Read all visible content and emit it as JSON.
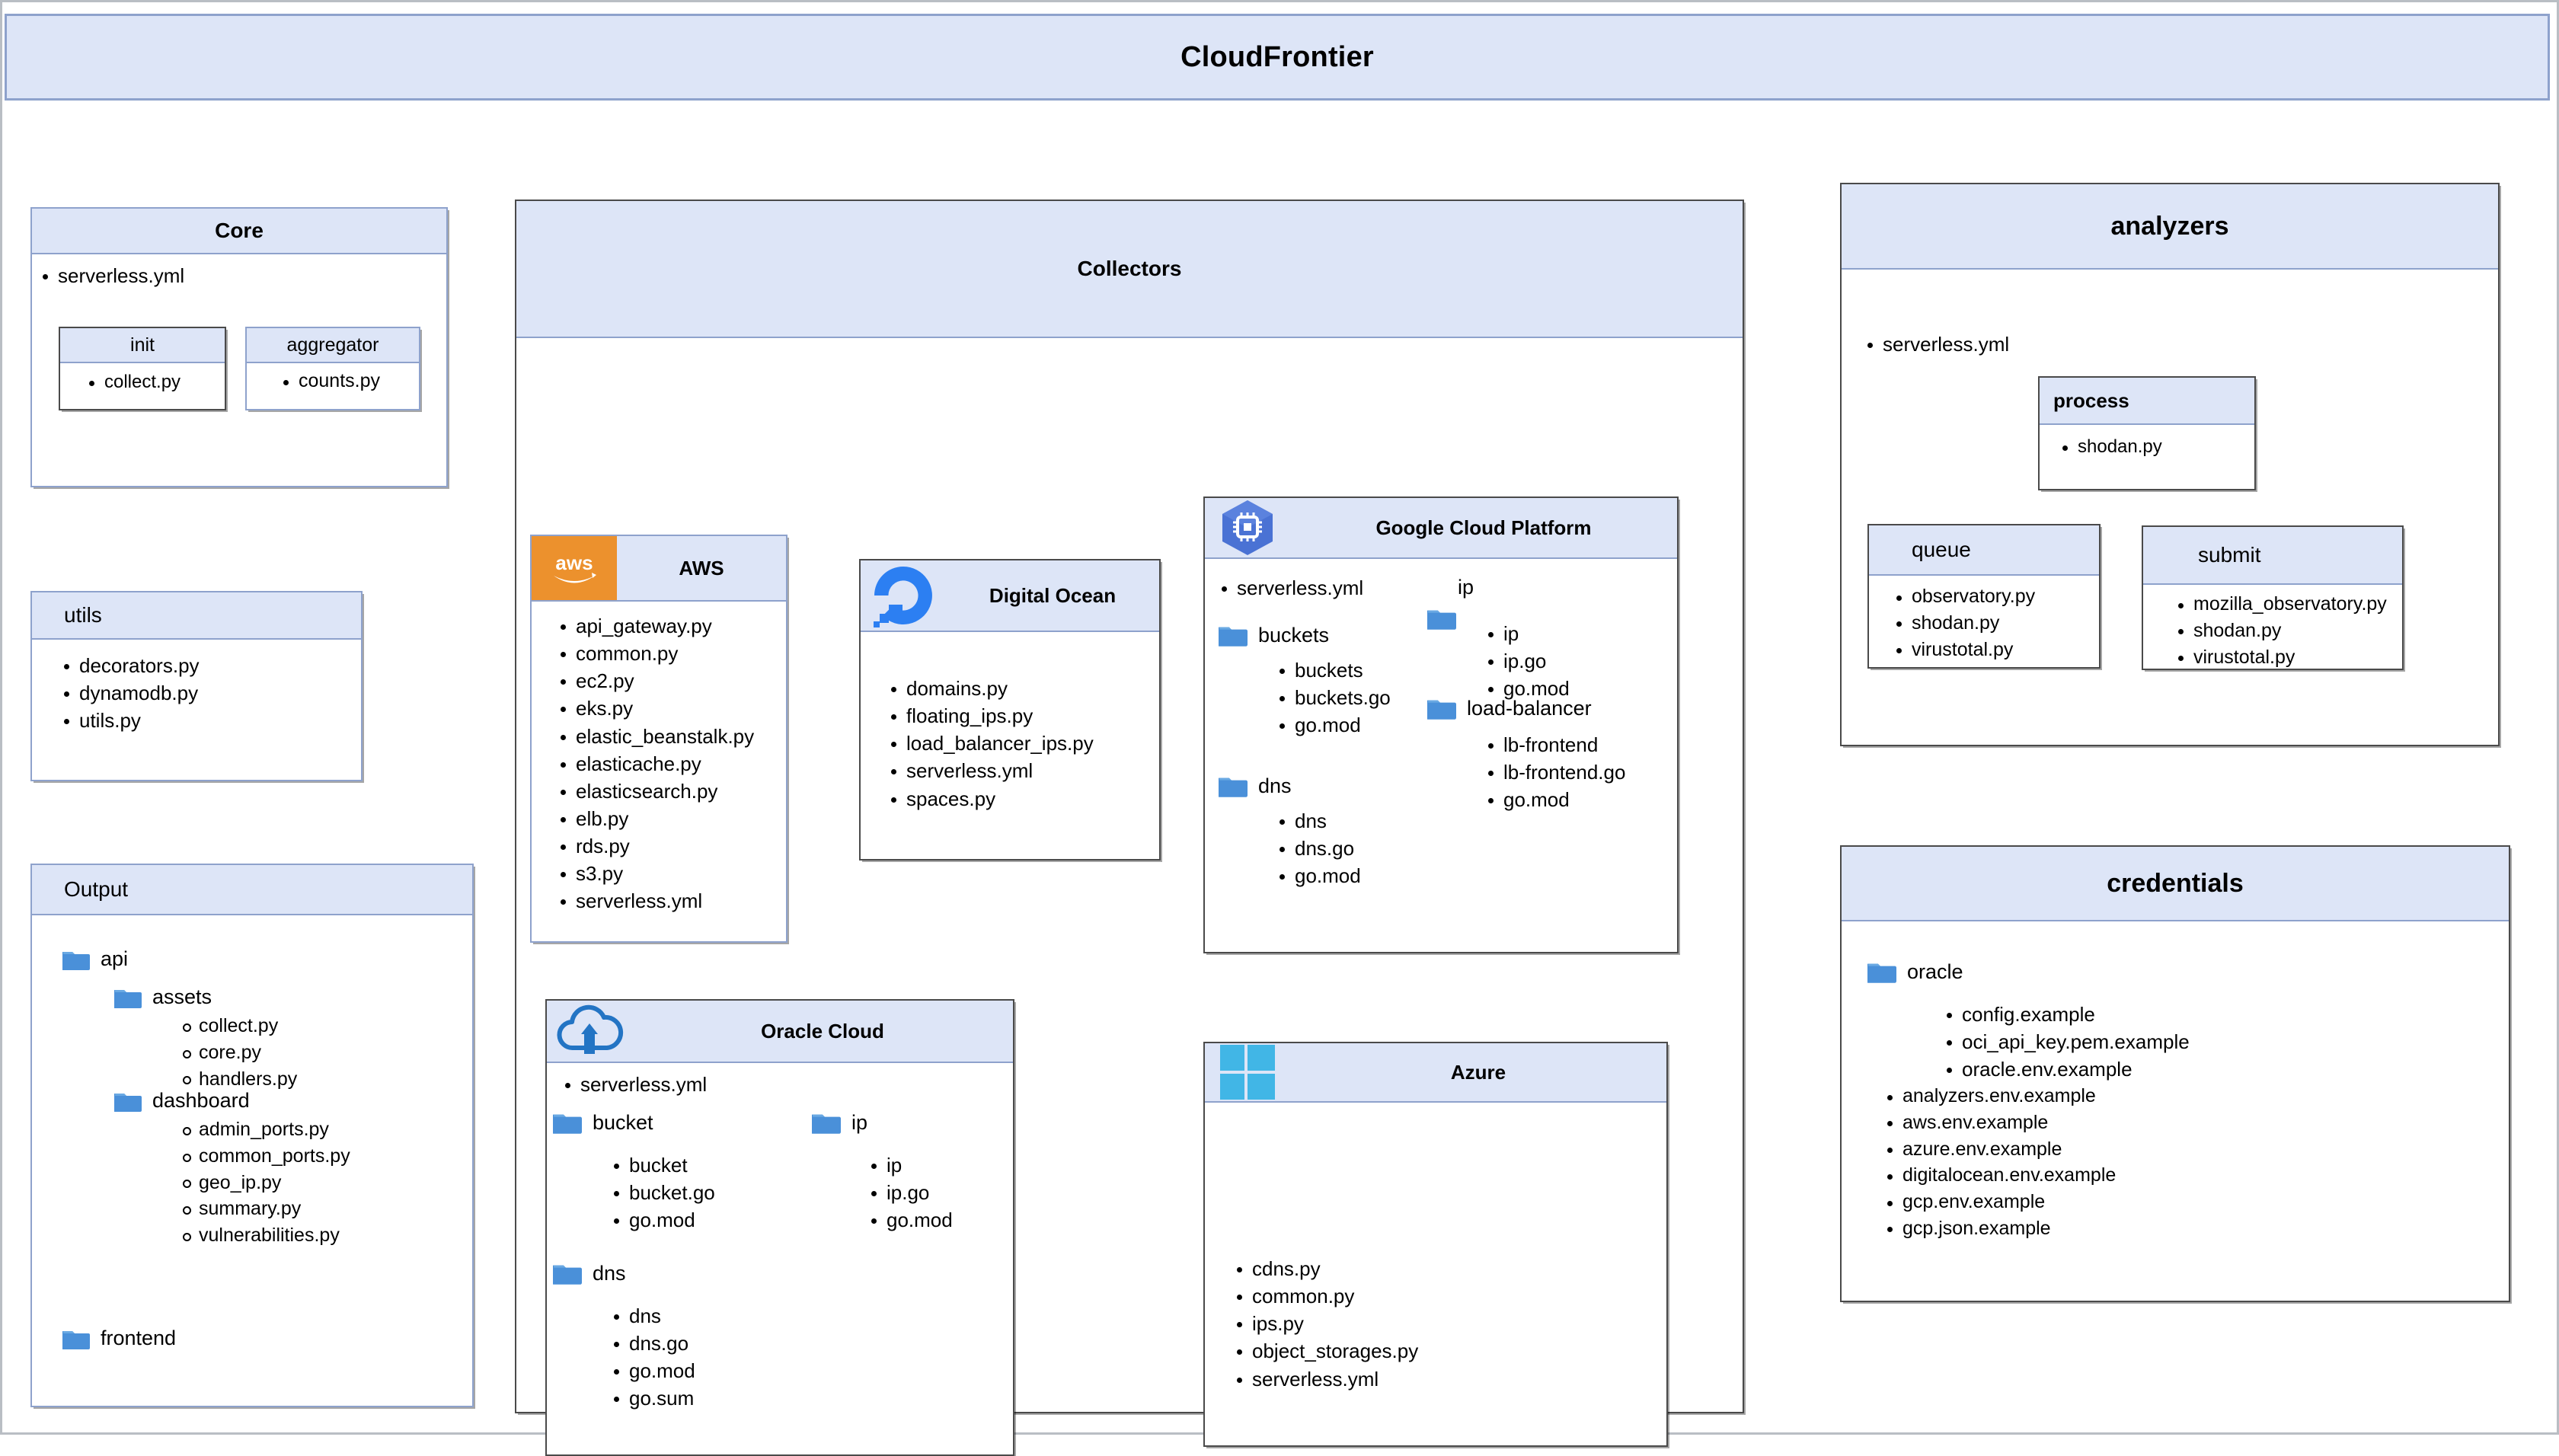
{
  "app": {
    "title": "CloudFrontier"
  },
  "core": {
    "title": "Core",
    "files": [
      "serverless.yml"
    ],
    "subboxes": [
      {
        "title": "init",
        "files": [
          "collect.py"
        ]
      },
      {
        "title": "aggregator",
        "files": [
          "counts.py"
        ]
      }
    ]
  },
  "utils": {
    "title": "utils",
    "files": [
      "decorators.py",
      "dynamodb.py",
      "utils.py"
    ]
  },
  "output": {
    "title": "Output",
    "folders": [
      {
        "name": "api",
        "icon": "folder-icon",
        "subfolders": [
          {
            "name": "assets",
            "icon": "folder-icon",
            "files": [
              "collect.py",
              "core.py",
              "handlers.py"
            ]
          },
          {
            "name": "dashboard",
            "icon": "folder-icon",
            "files": [
              "admin_ports.py",
              "common_ports.py",
              "geo_ip.py",
              "summary.py",
              "vulnerabilities.py"
            ]
          }
        ]
      },
      {
        "name": "frontend",
        "icon": "folder-icon",
        "subfolders": []
      }
    ]
  },
  "collectors": {
    "title": "Collectors",
    "providers": [
      {
        "name": "AWS",
        "logo": "aws-logo-icon",
        "files": [
          "api_gateway.py",
          "common.py",
          "ec2.py",
          "eks.py",
          "elastic_beanstalk.py",
          "elasticache.py",
          "elasticsearch.py",
          "elb.py",
          "rds.py",
          "s3.py",
          "serverless.yml"
        ]
      },
      {
        "name": "Digital Ocean",
        "logo": "digitalocean-logo-icon",
        "files": [
          "domains.py",
          "floating_ips.py",
          "load_balancer_ips.py",
          "serverless.yml",
          "spaces.py"
        ]
      },
      {
        "name": "Google Cloud Platform",
        "logo": "gcp-logo-icon",
        "files": [
          "serverless.yml"
        ],
        "folders_left": [
          {
            "name": "buckets",
            "icon": "folder-icon",
            "files": [
              "buckets",
              "buckets.go",
              "go.mod"
            ]
          },
          {
            "name": "dns",
            "icon": "folder-icon",
            "files": [
              "dns",
              "dns.go",
              "go.mod"
            ]
          }
        ],
        "folders_right": [
          {
            "name": "ip",
            "icon": "folder-icon",
            "label_above": true,
            "files": [
              "ip",
              "ip.go",
              "go.mod"
            ]
          },
          {
            "name": "load-balancer",
            "icon": "folder-icon",
            "label_above": false,
            "files": [
              "lb-frontend",
              "lb-frontend.go",
              "go.mod"
            ]
          }
        ]
      },
      {
        "name": "Oracle Cloud",
        "logo": "oracle-cloud-logo-icon",
        "files": [
          "serverless.yml"
        ],
        "folders_left": [
          {
            "name": "bucket",
            "icon": "folder-icon",
            "files": [
              "bucket",
              "bucket.go",
              "go.mod"
            ]
          },
          {
            "name": "dns",
            "icon": "folder-icon",
            "files": [
              "dns",
              "dns.go",
              "go.mod",
              "go.sum"
            ]
          }
        ],
        "folders_right": [
          {
            "name": "ip",
            "icon": "folder-icon",
            "files": [
              "ip",
              "ip.go",
              "go.mod"
            ]
          }
        ]
      },
      {
        "name": "Azure",
        "logo": "azure-logo-icon",
        "files": [
          "cdns.py",
          "common.py",
          "ips.py",
          "object_storages.py",
          "serverless.yml"
        ]
      }
    ]
  },
  "analyzers": {
    "title": "analyzers",
    "files": [
      "serverless.yml"
    ],
    "subboxes": [
      {
        "title": "process",
        "files": [
          "shodan.py"
        ]
      },
      {
        "title": "queue",
        "files": [
          "observatory.py",
          "shodan.py",
          "virustotal.py"
        ]
      },
      {
        "title": "submit",
        "files": [
          "mozilla_observatory.py",
          "shodan.py",
          "virustotal.py"
        ]
      }
    ]
  },
  "credentials": {
    "title": "credentials",
    "folder": {
      "name": "oracle",
      "icon": "folder-icon",
      "files": [
        "config.example",
        "oci_api_key.pem.example",
        "oracle.env.example"
      ]
    },
    "files": [
      "analyzers.env.example",
      "aws.env.example",
      "azure.env.example",
      "digitalocean.env.example",
      "gcp.env.example",
      "gcp.json.example"
    ]
  },
  "colors": {
    "header_fill": "#dde5f7",
    "header_border": "#8ea2cc",
    "box_border": "#4a4a4a",
    "aws_orange": "#ec912d",
    "do_blue": "#2c7ff2",
    "gcp_blue": "#4a72d4",
    "azure_blue": "#41b6e6",
    "oracle_blue": "#2374c4",
    "folder_blue": "#4a90d9"
  }
}
